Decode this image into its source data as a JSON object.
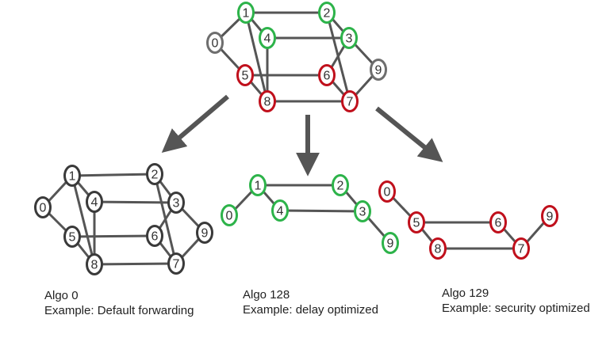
{
  "colors": {
    "edge": "#555555",
    "arrow": "#555555",
    "node_gray": "#6e6e6e",
    "node_green": "#2db34a",
    "node_red": "#c0101c",
    "node_black": "#3a3a3a"
  },
  "graphs": {
    "top": {
      "nodes": [
        {
          "id": "0",
          "label": "0",
          "color": "node_gray"
        },
        {
          "id": "1",
          "label": "1",
          "color": "node_green"
        },
        {
          "id": "2",
          "label": "2",
          "color": "node_green"
        },
        {
          "id": "3",
          "label": "3",
          "color": "node_green"
        },
        {
          "id": "4",
          "label": "4",
          "color": "node_green"
        },
        {
          "id": "5",
          "label": "5",
          "color": "node_red"
        },
        {
          "id": "6",
          "label": "6",
          "color": "node_red"
        },
        {
          "id": "7",
          "label": "7",
          "color": "node_red"
        },
        {
          "id": "8",
          "label": "8",
          "color": "node_red"
        },
        {
          "id": "9",
          "label": "9",
          "color": "node_gray"
        }
      ],
      "edges": [
        [
          "0",
          "1"
        ],
        [
          "0",
          "5"
        ],
        [
          "1",
          "2"
        ],
        [
          "1",
          "4"
        ],
        [
          "1",
          "8"
        ],
        [
          "2",
          "3"
        ],
        [
          "2",
          "7"
        ],
        [
          "4",
          "3"
        ],
        [
          "4",
          "8"
        ],
        [
          "3",
          "6"
        ],
        [
          "3",
          "9"
        ],
        [
          "5",
          "6"
        ],
        [
          "5",
          "8"
        ],
        [
          "6",
          "7"
        ],
        [
          "8",
          "7"
        ],
        [
          "7",
          "9"
        ]
      ]
    },
    "algo0": {
      "nodes": [
        {
          "id": "0",
          "label": "0",
          "color": "node_black"
        },
        {
          "id": "1",
          "label": "1",
          "color": "node_black"
        },
        {
          "id": "2",
          "label": "2",
          "color": "node_black"
        },
        {
          "id": "3",
          "label": "3",
          "color": "node_black"
        },
        {
          "id": "4",
          "label": "4",
          "color": "node_black"
        },
        {
          "id": "5",
          "label": "5",
          "color": "node_black"
        },
        {
          "id": "6",
          "label": "6",
          "color": "node_black"
        },
        {
          "id": "7",
          "label": "7",
          "color": "node_black"
        },
        {
          "id": "8",
          "label": "8",
          "color": "node_black"
        },
        {
          "id": "9",
          "label": "9",
          "color": "node_black"
        }
      ],
      "edges": [
        [
          "0",
          "1"
        ],
        [
          "0",
          "5"
        ],
        [
          "1",
          "2"
        ],
        [
          "1",
          "4"
        ],
        [
          "1",
          "8"
        ],
        [
          "2",
          "3"
        ],
        [
          "2",
          "7"
        ],
        [
          "4",
          "3"
        ],
        [
          "4",
          "8"
        ],
        [
          "3",
          "6"
        ],
        [
          "3",
          "9"
        ],
        [
          "5",
          "6"
        ],
        [
          "5",
          "8"
        ],
        [
          "6",
          "7"
        ],
        [
          "8",
          "7"
        ],
        [
          "7",
          "9"
        ]
      ]
    },
    "algo128": {
      "nodes": [
        {
          "id": "0",
          "label": "0",
          "color": "node_green"
        },
        {
          "id": "1",
          "label": "1",
          "color": "node_green"
        },
        {
          "id": "2",
          "label": "2",
          "color": "node_green"
        },
        {
          "id": "4",
          "label": "4",
          "color": "node_green"
        },
        {
          "id": "3",
          "label": "3",
          "color": "node_green"
        },
        {
          "id": "9",
          "label": "9",
          "color": "node_green"
        }
      ],
      "edges": [
        [
          "0",
          "1"
        ],
        [
          "1",
          "2"
        ],
        [
          "1",
          "4"
        ],
        [
          "2",
          "3"
        ],
        [
          "4",
          "3"
        ],
        [
          "3",
          "9"
        ]
      ]
    },
    "algo129": {
      "nodes": [
        {
          "id": "0",
          "label": "0",
          "color": "node_red"
        },
        {
          "id": "5",
          "label": "5",
          "color": "node_red"
        },
        {
          "id": "6",
          "label": "6",
          "color": "node_red"
        },
        {
          "id": "8",
          "label": "8",
          "color": "node_red"
        },
        {
          "id": "7",
          "label": "7",
          "color": "node_red"
        },
        {
          "id": "9",
          "label": "9",
          "color": "node_red"
        }
      ],
      "edges": [
        [
          "0",
          "5"
        ],
        [
          "5",
          "6"
        ],
        [
          "5",
          "8"
        ],
        [
          "8",
          "7"
        ],
        [
          "6",
          "7"
        ],
        [
          "7",
          "9"
        ]
      ]
    }
  },
  "captions": {
    "algo0": {
      "title": "Algo 0",
      "example": "Example: Default forwarding"
    },
    "algo128": {
      "title": "Algo 128",
      "example": "Example: delay optimized"
    },
    "algo129": {
      "title": "Algo 129",
      "example": "Example: security optimized"
    }
  }
}
